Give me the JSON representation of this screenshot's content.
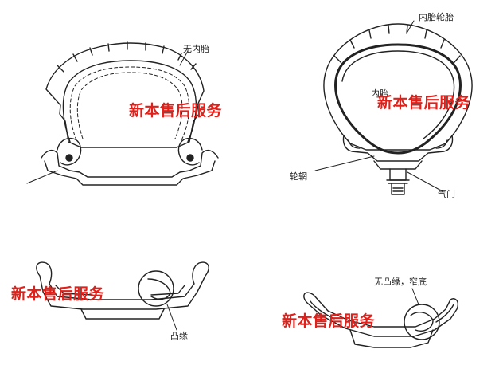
{
  "diagrams": {
    "tubeless": {
      "label": "无内胎"
    },
    "tubed": {
      "outer_tire_label": "内胎轮胎",
      "inner_tube_label": "内胎",
      "rim_label": "轮辋",
      "valve_label": "气门"
    },
    "flange_rim": {
      "label": "凸缘"
    },
    "flat_rim": {
      "label": "无凸缘，窄底"
    }
  },
  "watermark": {
    "text": "新本售后服务",
    "color": "#e0201a"
  },
  "colors": {
    "line": "#222222",
    "background": "#ffffff"
  }
}
